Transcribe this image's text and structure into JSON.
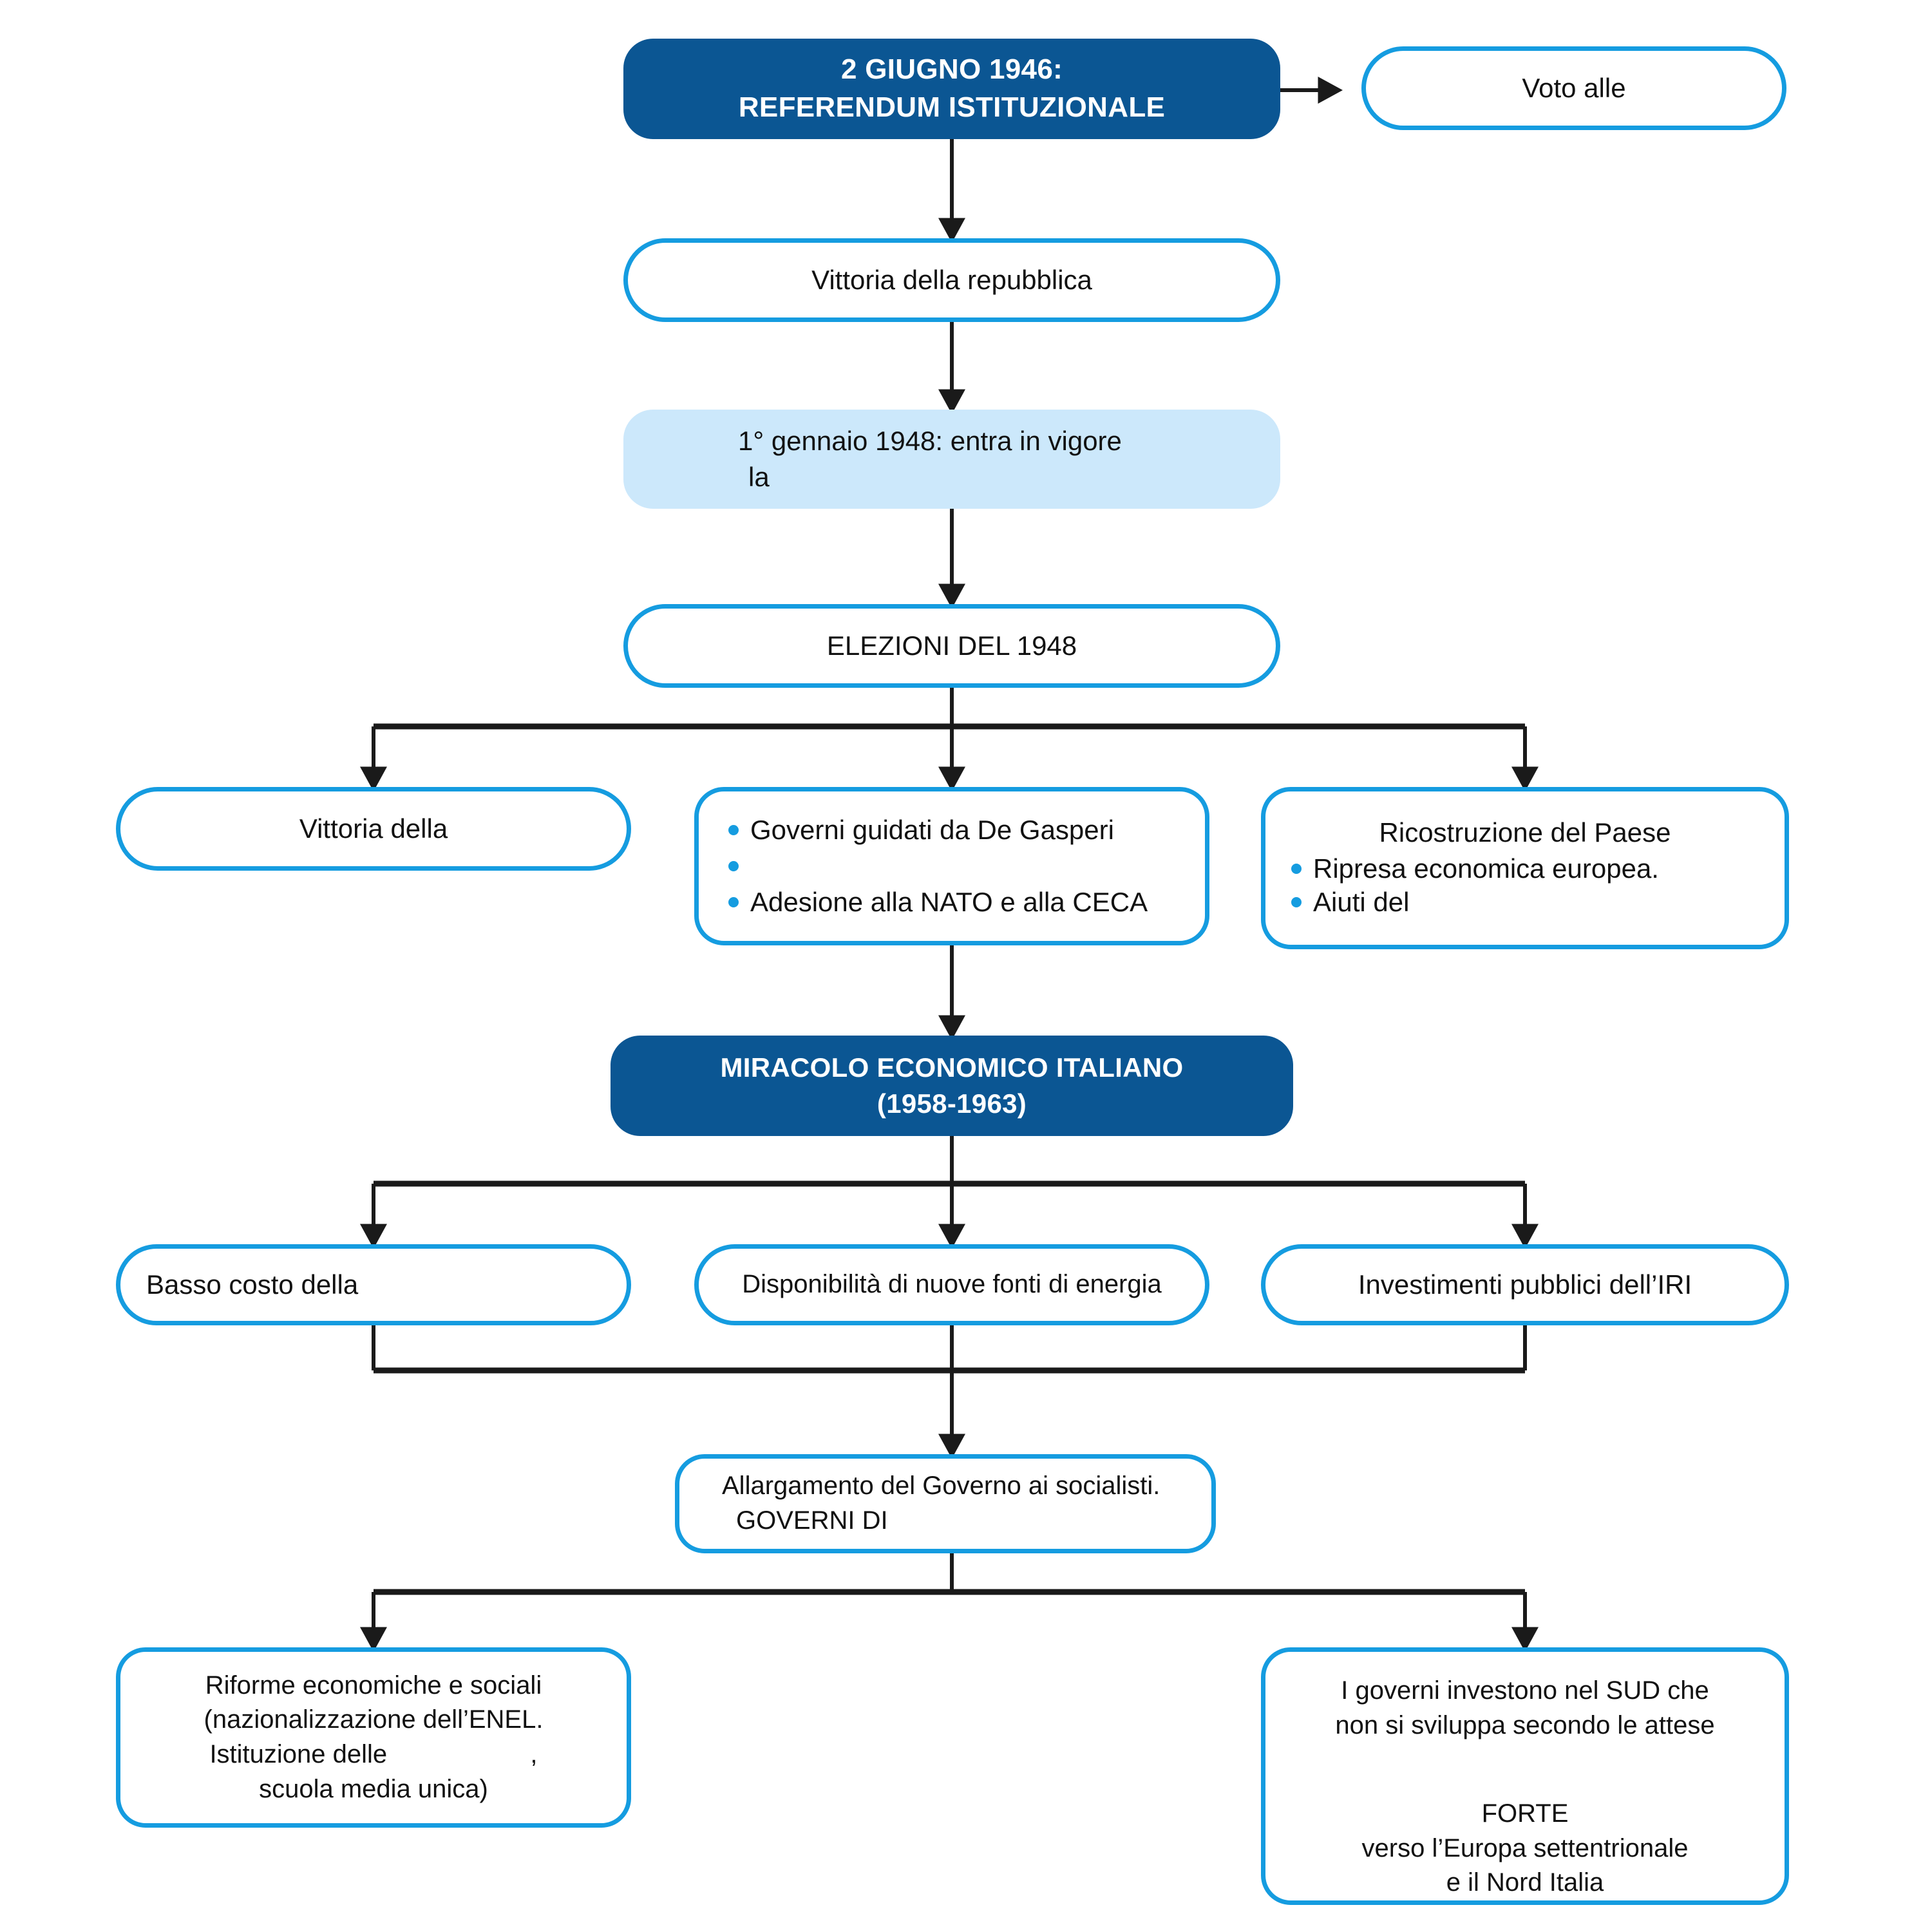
{
  "diagram": {
    "title": "Cronologia Italia 1946-1963",
    "colors": {
      "dark_blue": "#0B5693",
      "outline_blue": "#159CE0",
      "soft_blue_fill": "#CCE8FB",
      "connector": "#1a1a1a",
      "text": "#111111",
      "text_inverse": "#ffffff"
    }
  },
  "nodes": {
    "referendum": {
      "line1": "2 GIUGNO 1946:",
      "line2": "REFERENDUM ISTITUZIONALE"
    },
    "voto_alle": {
      "label": "Voto alle"
    },
    "vittoria_repubblica": {
      "label": "Vittoria della repubblica"
    },
    "costituzione": {
      "line1": "1° gennaio 1948: entra in vigore",
      "line2": "la"
    },
    "elezioni_1948": {
      "label": "ELEZIONI DEL 1948"
    },
    "vittoria_della": {
      "label": "Vittoria della"
    },
    "governi_degasperi": {
      "bullets": [
        "Governi guidati da De Gasperi",
        "",
        "Adesione alla NATO e alla CECA"
      ]
    },
    "ricostruzione": {
      "title": "Ricostruzione del Paese",
      "bullets": [
        "Ripresa economica europea.",
        "Aiuti del"
      ]
    },
    "miracolo": {
      "line1": "MIRACOLO ECONOMICO ITALIANO",
      "line2": "(1958-1963)"
    },
    "basso_costo": {
      "label": "Basso costo della"
    },
    "fonti_energia": {
      "label": "Disponibilità di nuove fonti di energia"
    },
    "investimenti_iri": {
      "label": "Investimenti pubblici dell’IRI"
    },
    "allargamento": {
      "line1": "Allargamento del Governo ai socialisti.",
      "line2": "GOVERNI DI"
    },
    "riforme": {
      "line1": "Riforme economiche e sociali",
      "line2": "(nazionalizzazione dell’ENEL.",
      "line3": "Istituzione delle                    ,",
      "line4": "scuola media unica)"
    },
    "sud": {
      "line1": "I governi investono nel SUD che",
      "line2": "non si sviluppa secondo le attese",
      "line3": "FORTE",
      "line4": "verso l’Europa settentrionale",
      "line5": "e il Nord Italia"
    }
  }
}
